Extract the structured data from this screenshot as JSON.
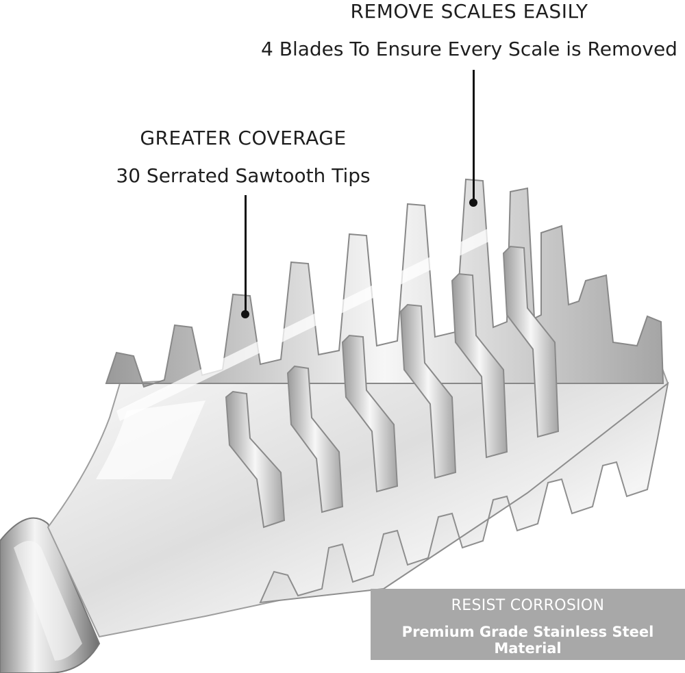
{
  "callouts": {
    "top": {
      "title": "REMOVE SCALES EASILY",
      "subtitle": "4 Blades To Ensure Every Scale is Removed"
    },
    "middle": {
      "title": "GREATER COVERAGE",
      "subtitle": "30 Serrated Sawtooth Tips"
    }
  },
  "banner": {
    "title": "RESIST CORROSION",
    "subtitle": "Premium Grade Stainless Steel Material",
    "background_color": "#a8a8a8"
  },
  "colors": {
    "background": "#ffffff",
    "text": "#1e1e1e",
    "leader_line": "#111111",
    "steel_light": "#f2f2f2",
    "steel_mid": "#c9c9c9",
    "steel_dark": "#7a7a7a"
  },
  "product": {
    "icon": "fish-scale-remover-illustration"
  }
}
